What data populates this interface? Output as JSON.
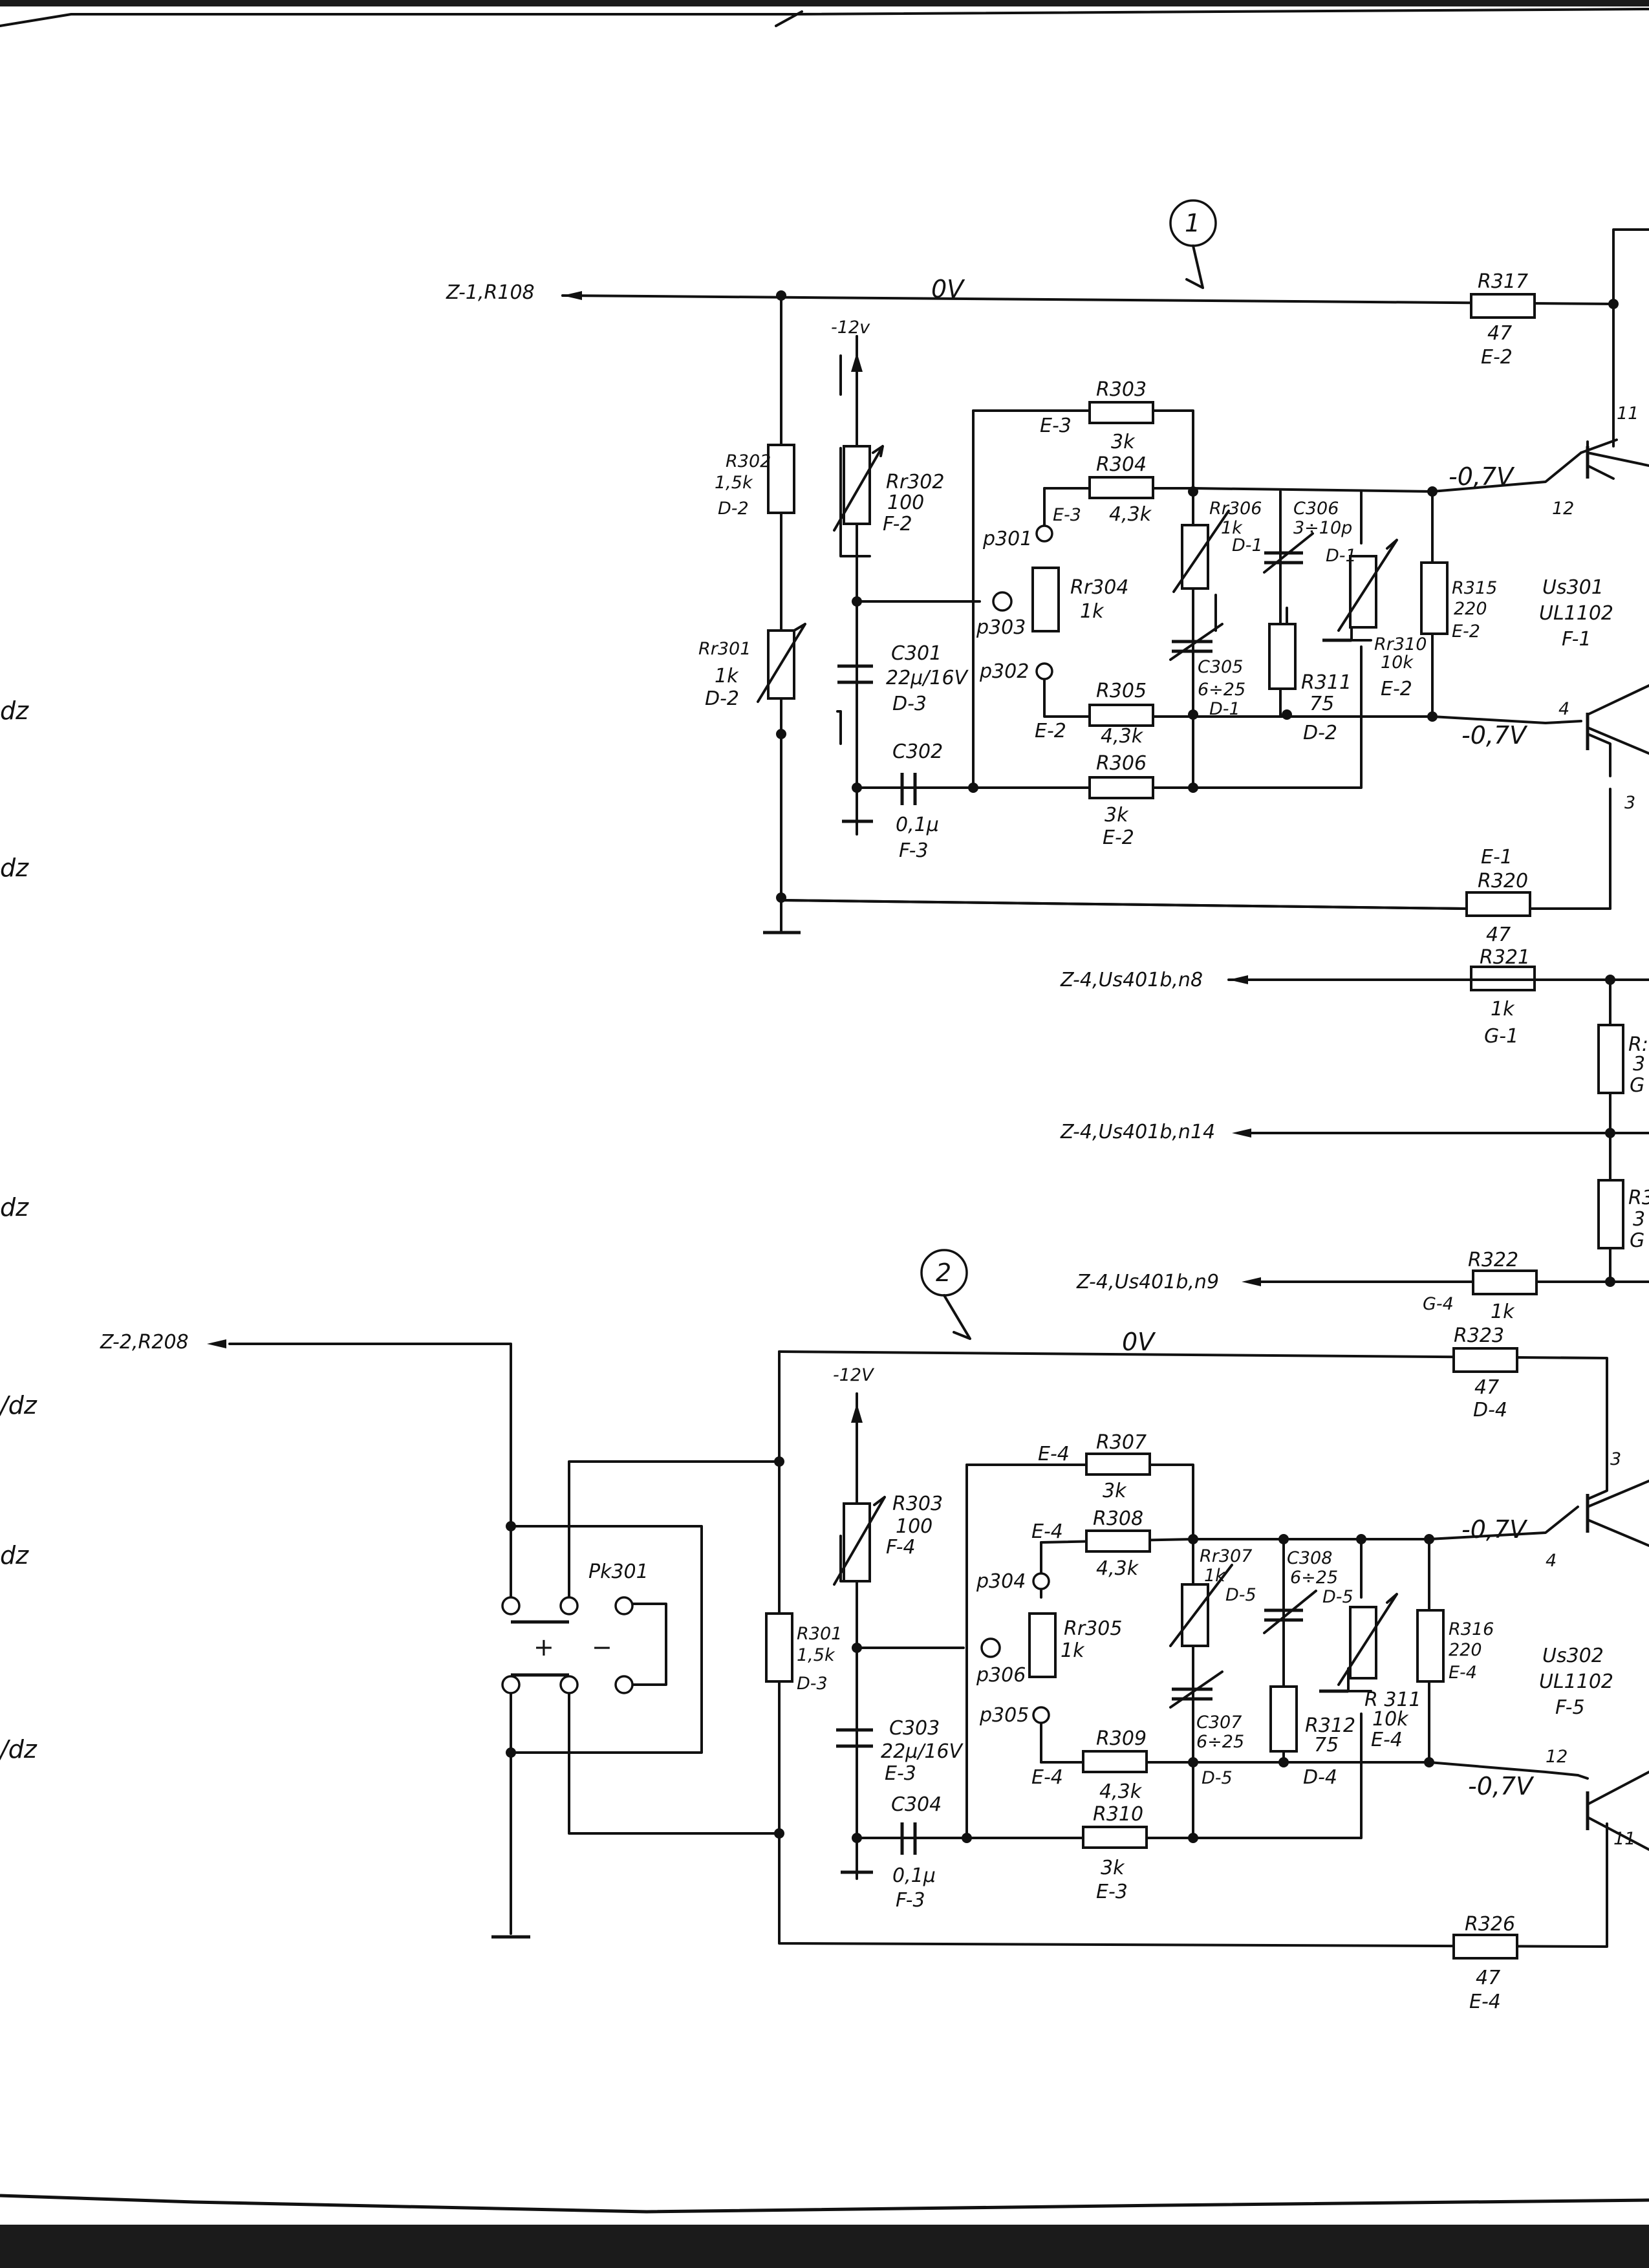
{
  "labels": {
    "z1": "Z-1,R108",
    "z2": "Z-2,R208",
    "z4a": "Z-4,Us401b,n8",
    "z4b": "Z-4,Us401b,n14",
    "z4c": "Z-4,Us401b,n9",
    "bal1": "1",
    "bal2": "2",
    "ov1": "0V",
    "ov2": "0V",
    "m12a": "-12v",
    "m12b": "-12V",
    "mv07_1": "-0,7V",
    "mv07_2": "-0,7V",
    "mv07_3": "-0,7V",
    "mv07_4": "-0,7V",
    "pk": "Pk301",
    "plus": "+",
    "minus": "−",
    "ic1": [
      "Us301",
      "UL1102",
      "F-1"
    ],
    "ic2": [
      "Us302",
      "UL1102",
      "F-5"
    ],
    "pins": {
      "p11a": "11",
      "p12a": "12",
      "p4a": "4",
      "p3a": "3",
      "p3b": "3",
      "p4b": "4",
      "p12b": "12",
      "p11b": "11"
    },
    "margin": [
      "dz",
      "dz",
      "dz",
      "/dz",
      "dz",
      "/dz"
    ]
  },
  "components": {
    "R317": [
      "R317",
      "47",
      "E-2"
    ],
    "R302": [
      "R302",
      "1,5k",
      "D-2"
    ],
    "Rr302": [
      "Rr302",
      "100",
      "F-2"
    ],
    "Rr301": [
      "Rr301",
      "1k",
      "D-2"
    ],
    "R303": [
      "R303",
      "E-3",
      "3k"
    ],
    "R304": [
      "R304",
      "E-3",
      "4,3k"
    ],
    "Rr304": [
      "Rr304",
      "1k"
    ],
    "Rr306": [
      "Rr306",
      "1k",
      "D-1"
    ],
    "C306": [
      "C306",
      "3÷10p",
      "D-1"
    ],
    "C305": [
      "C305",
      "6÷25",
      "D-1"
    ],
    "R311": [
      "R311",
      "75",
      "D-2"
    ],
    "Rr310": [
      "Rr310",
      "10k",
      "E-2"
    ],
    "R315": [
      "R315",
      "220",
      "E-2"
    ],
    "C301": [
      "C301",
      "22μ/16V",
      "D-3"
    ],
    "C302": [
      "C302",
      "0,1μ",
      "F-3"
    ],
    "R305": [
      "R305",
      "E-2",
      "4,3k"
    ],
    "R306": [
      "R306",
      "3k",
      "E-2"
    ],
    "R320": [
      "E-1",
      "R320",
      "47"
    ],
    "R321": [
      "R321",
      "1k",
      "G-1"
    ],
    "R322": [
      "R322",
      "G-4",
      "1k"
    ],
    "R323": [
      "R323",
      "47",
      "D-4"
    ],
    "R303b": [
      "R303",
      "100",
      "F-4"
    ],
    "R307": [
      "E-4",
      "R307",
      "3k"
    ],
    "R308": [
      "E-4",
      "R308",
      "4,3k"
    ],
    "Rr307": [
      "Rr307",
      "1k",
      "D-5"
    ],
    "C308": [
      "C308",
      "6÷25",
      "D-5"
    ],
    "R301": [
      "R301",
      "1,5k",
      "D-3"
    ],
    "Rr305": [
      "Rr305",
      "1k"
    ],
    "C307": [
      "C307",
      "6÷25",
      "D-5"
    ],
    "R312": [
      "R312",
      "75",
      "D-4"
    ],
    "R311b": [
      "R 311",
      "10k",
      "E-4"
    ],
    "R316": [
      "R316",
      "220",
      "E-4"
    ],
    "C303": [
      "C303",
      "22μ/16V",
      "E-3"
    ],
    "C304": [
      "C304",
      "0,1μ",
      "F-3"
    ],
    "R309": [
      "R309",
      "E-4",
      "4,3k"
    ],
    "R310": [
      "R310",
      "3k",
      "E-3"
    ],
    "R326": [
      "R326",
      "47",
      "E-4"
    ],
    "Rc1": [
      "R:",
      "3",
      "G"
    ],
    "Rc2": [
      "R3",
      "3",
      "G"
    ]
  },
  "pads": [
    "p301",
    "p303",
    "p302",
    "p304",
    "p306",
    "p305"
  ]
}
